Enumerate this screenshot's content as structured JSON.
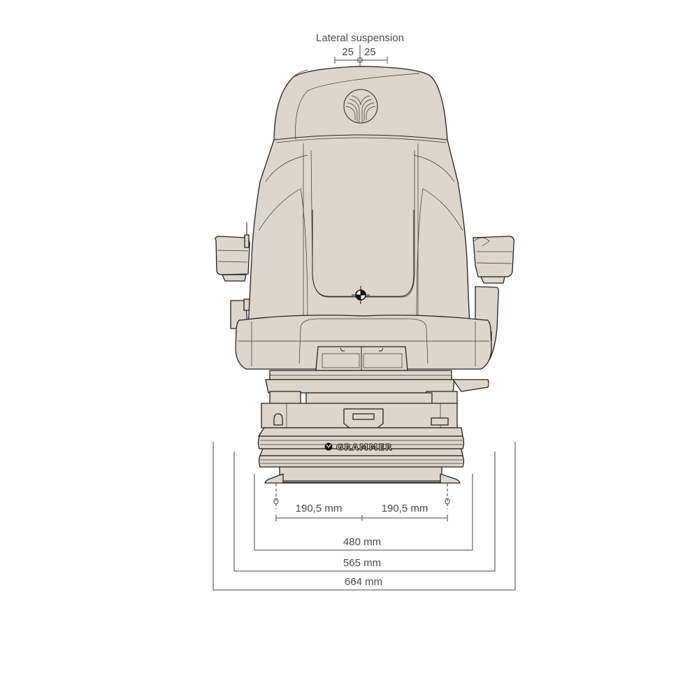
{
  "diagram": {
    "subject": "Grammer seat front view technical drawing",
    "fill_color": "#ddd6ce",
    "line_color": "#222222",
    "dimension_color": "#6e6e6e",
    "brand_label": "GRAMMER",
    "lateral_suspension": {
      "title": "Lateral suspension",
      "left_value": "25",
      "right_value": "25"
    },
    "dimensions": {
      "mount_left": "190,5 mm",
      "mount_right": "190,5 mm",
      "width_480": "480 mm",
      "width_565": "565 mm",
      "width_664": "664 mm"
    }
  }
}
